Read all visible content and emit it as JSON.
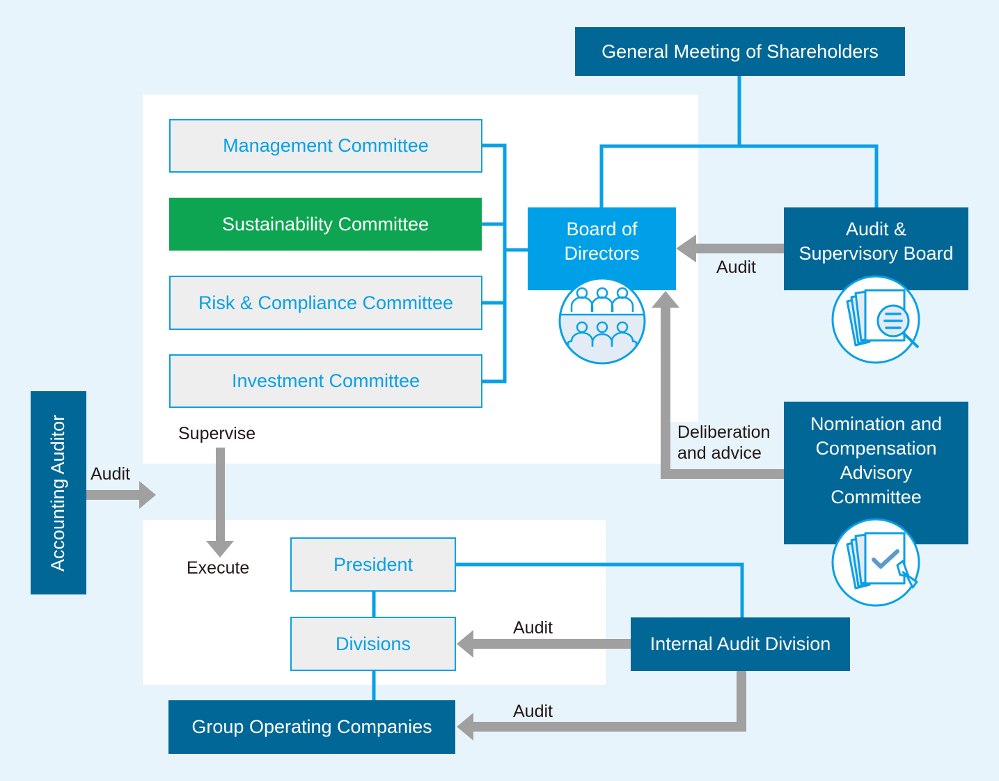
{
  "colors": {
    "background": "#e8f4fc",
    "panel": "#ffffff",
    "navy": "#006796",
    "bright_blue": "#00a0e9",
    "connector_blue": "#0aa0e6",
    "green": "#0da551",
    "arrow_gray": "#a0a0a0",
    "light_box": "#eeeeee",
    "label_text": "#231815"
  },
  "nodes": {
    "general_meeting": "General Meeting of Shareholders",
    "board_of_directors": "Board of\nDirectors",
    "audit_supervisory_board": "Audit &\nSupervisory Board",
    "nomination_committee": "Nomination and\nCompensation\nAdvisory\nCommittee",
    "accounting_auditor": "Accounting Auditor",
    "president": "President",
    "divisions": "Divisions",
    "group_companies": "Group Operating Companies",
    "internal_audit": "Internal Audit Division"
  },
  "committees": [
    {
      "label": "Management Committee",
      "style": "light"
    },
    {
      "label": "Sustainability Committee",
      "style": "green"
    },
    {
      "label": "Risk & Compliance Committee",
      "style": "light"
    },
    {
      "label": "Investment Committee",
      "style": "light"
    }
  ],
  "edge_labels": {
    "audit_asb_to_board": "Audit",
    "deliberation": "Deliberation\nand advice",
    "supervise": "Supervise",
    "execute": "Execute",
    "accounting_audit": "Audit",
    "internal_audit_divisions": "Audit",
    "internal_audit_group": "Audit"
  },
  "icons": {
    "board": "board-meeting-people-icon",
    "audit_board": "documents-magnifier-icon",
    "nomination": "documents-checkmark-pen-icon"
  }
}
